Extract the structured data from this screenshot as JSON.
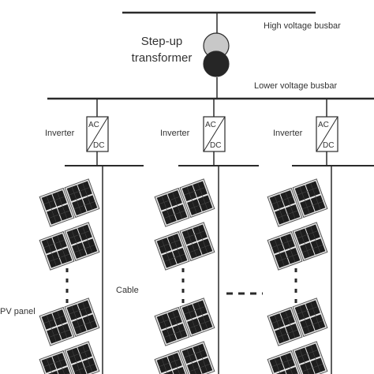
{
  "labels": {
    "high_voltage_busbar": "High voltage busbar",
    "transformer_line1": "Step-up",
    "transformer_line2": "transformer",
    "lower_voltage_busbar": "Lower voltage busbar",
    "inverter": "Inverter",
    "ac": "AC",
    "dc": "DC",
    "cable": "Cable",
    "pv_panel": "PV panel"
  },
  "colors": {
    "line": "#2a2a2a",
    "text": "#333333",
    "transformer_top": "#c8c8c8",
    "transformer_bottom": "#262626",
    "panel_dark": "#1e1e1e",
    "panel_frame": "#e6e6e6"
  },
  "icons": {
    "transformer": "transformer-icon",
    "inverter": "inverter-icon",
    "pv_panel": "solar-panel-icon"
  }
}
